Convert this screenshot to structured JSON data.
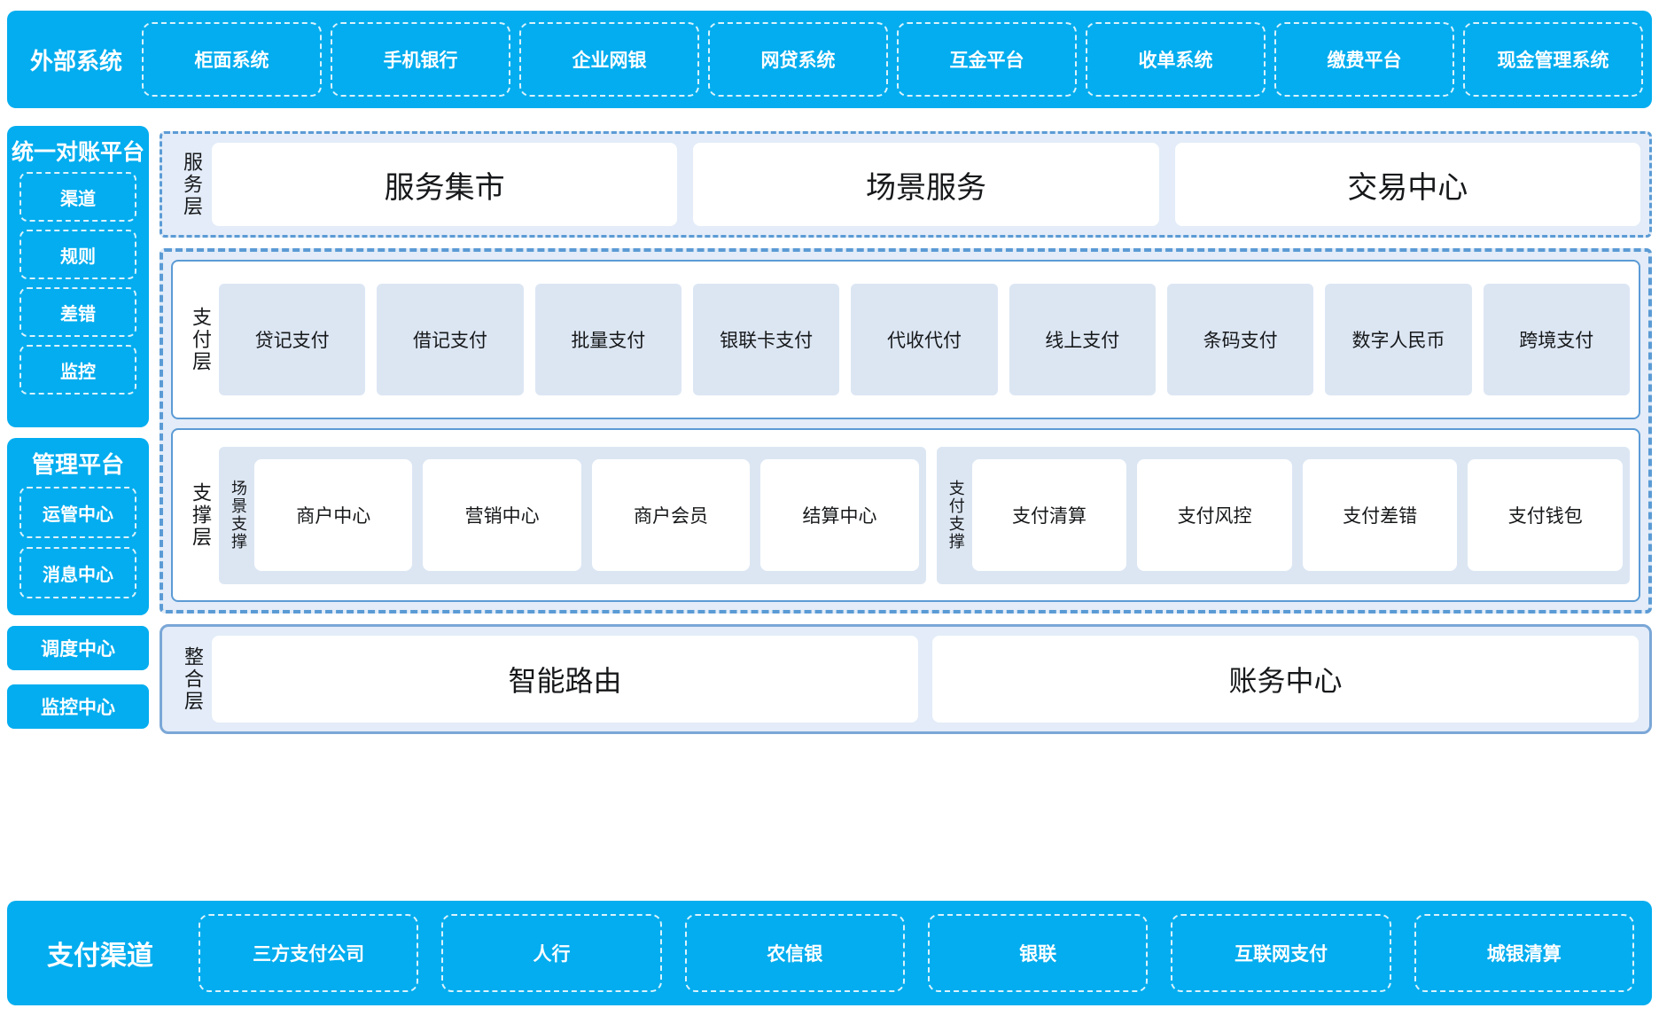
{
  "external": {
    "title": "外部系统",
    "items": [
      "柜面系统",
      "手机银行",
      "企业网银",
      "网贷系统",
      "互金平台",
      "收单系统",
      "缴费平台",
      "现金管理系统"
    ]
  },
  "sidebar": {
    "reconciliation": {
      "title": "统一对账平台",
      "items": [
        "渠道",
        "规则",
        "差错",
        "监控"
      ]
    },
    "management": {
      "title": "管理平台",
      "items": [
        "运管中心",
        "消息中心"
      ]
    },
    "standalone": [
      "调度中心",
      "监控中心"
    ]
  },
  "service_layer": {
    "label": "服务层",
    "items": [
      "服务集市",
      "场景服务",
      "交易中心"
    ]
  },
  "payment_layer": {
    "label": "支付层",
    "items": [
      "贷记支付",
      "借记支付",
      "批量支付",
      "银联卡支付",
      "代收代付",
      "线上支付",
      "条码支付",
      "数字人民币",
      "跨境支付"
    ]
  },
  "support_layer": {
    "label": "支撑层",
    "groups": [
      {
        "label": "场景支撑",
        "items": [
          "商户中心",
          "营销中心",
          "商户会员",
          "结算中心"
        ]
      },
      {
        "label": "支付支撑",
        "items": [
          "支付清算",
          "支付风控",
          "支付差错",
          "支付钱包"
        ]
      }
    ]
  },
  "integration_layer": {
    "label": "整合层",
    "items": [
      "智能路由",
      "账务中心"
    ]
  },
  "payment_channels": {
    "title": "支付渠道",
    "items": [
      "三方支付公司",
      "人行",
      "农信银",
      "银联",
      "互联网支付",
      "城银清算"
    ]
  },
  "colors": {
    "brand_cyan": "#03ADEF",
    "panel_blue": "#E3ECF8",
    "chip_blue": "#DCE6F3",
    "border_blue": "#5B9BD5",
    "text_dark": "#16181A",
    "white": "#FFFFFF"
  }
}
